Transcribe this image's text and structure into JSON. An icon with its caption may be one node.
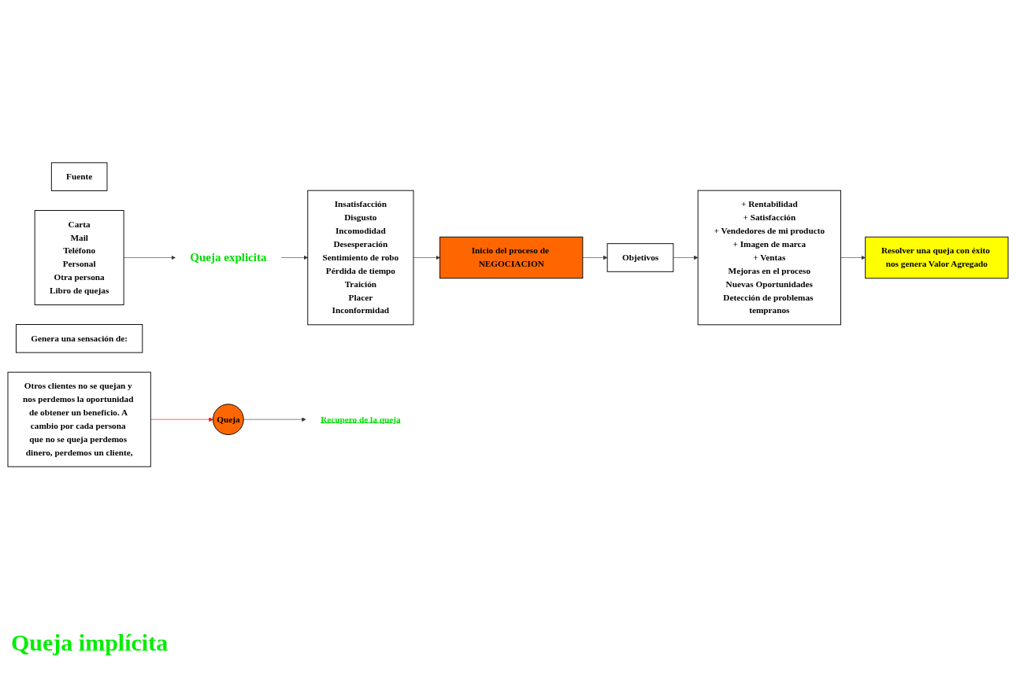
{
  "diagram": {
    "nodes": [
      {
        "text": [
          "Fuente"
        ]
      },
      {
        "text": [
          "Carta",
          "Mail",
          "Teléfono",
          "Personal",
          "Otra persona",
          "Libro de quejas"
        ]
      },
      {
        "text": [
          "Queja explicita"
        ]
      },
      {
        "text": [
          "Queja"
        ]
      },
      {
        "text": [
          "Genera una sensación de:"
        ]
      },
      {
        "text": [
          "Insatisfacción",
          "Disgusto",
          "Incomodidad",
          "Desesperación",
          "Sentimiento de robo",
          "Pérdida de tiempo",
          "Traición",
          "Placer",
          "Inconformidad"
        ]
      },
      {
        "text": [
          "Inicio del proceso de NEGOCIACION"
        ]
      },
      {
        "text": [
          "Objetivos"
        ]
      },
      {
        "text": [
          "+ Rentabilidad",
          "+ Satisfacción",
          "+ Vendedores de mi producto",
          "+ Imagen de marca",
          "+ Ventas",
          "Mejoras en el proceso",
          "Nuevas Oportunidades",
          "Detección de problemas tempranos"
        ]
      },
      {
        "text": [
          "Resolver una queja con éxito nos genera Valor Agregado"
        ]
      },
      {
        "text": [
          "Otros clientes no se quejan y nos perdemos la oportunidad de obtener un beneficio. A cambio por cada persona que no se queja perdemos dinero, perdemos un cliente,"
        ]
      },
      {
        "text": [
          "Recupero de la queja"
        ]
      }
    ],
    "edges": [
      {
        "from": 1,
        "to": 2,
        "arrow": "to"
      },
      {
        "from": 2,
        "to": 5,
        "arrow": "to"
      },
      {
        "from": 5,
        "to": 6,
        "arrow": "to"
      },
      {
        "from": 6,
        "to": 7,
        "arrow": "to"
      },
      {
        "from": 7,
        "to": 8,
        "arrow": "to"
      },
      {
        "from": 8,
        "to": 9,
        "arrow": "to"
      },
      {
        "from": 3,
        "to": 11,
        "arrow": "to"
      },
      {
        "from": 10,
        "to": 3,
        "arrow": "to",
        "color": "#ff0000"
      }
    ],
    "labels": [
      "Queja implícita"
    ]
  }
}
